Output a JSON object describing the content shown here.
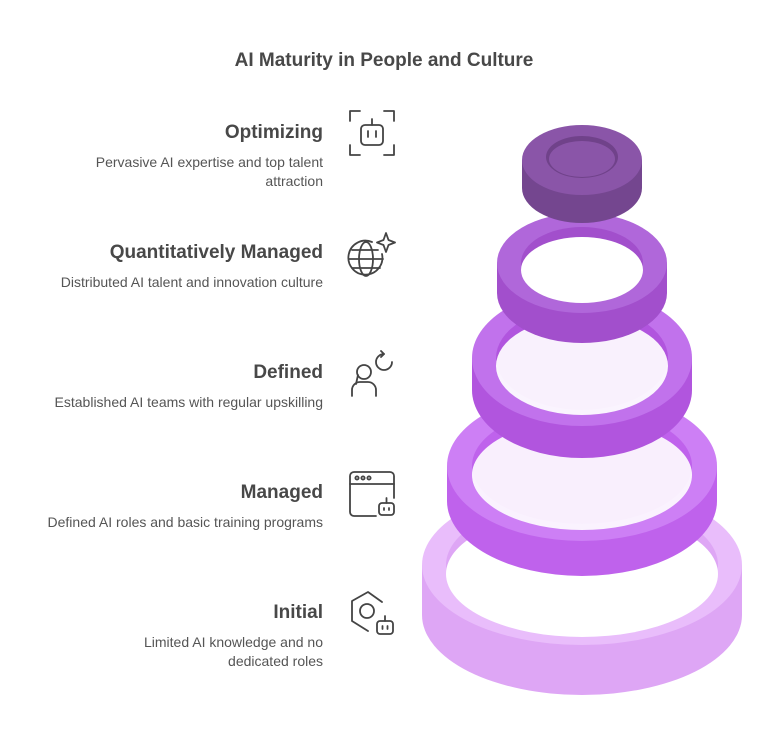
{
  "title": "AI Maturity in People and Culture",
  "levels": [
    {
      "name": "Optimizing",
      "description": "Pervasive AI expertise and top talent attraction",
      "icon": "robot-frame-icon",
      "color": "#7a4a9a"
    },
    {
      "name": "Quantitatively Managed",
      "description": "Distributed AI talent and innovation culture",
      "icon": "globe-sparkle-icon",
      "color": "#a44fd0"
    },
    {
      "name": "Defined",
      "description": "Established AI teams with regular upskilling",
      "icon": "person-refresh-icon",
      "color": "#b660e2"
    },
    {
      "name": "Managed",
      "description": "Defined AI roles and basic training programs",
      "icon": "browser-robot-icon",
      "color": "#c06ef0"
    },
    {
      "name": "Initial",
      "description": "Limited AI knowledge and no dedicated roles",
      "icon": "hexagon-robot-icon",
      "color": "#e0a8f7"
    }
  ]
}
